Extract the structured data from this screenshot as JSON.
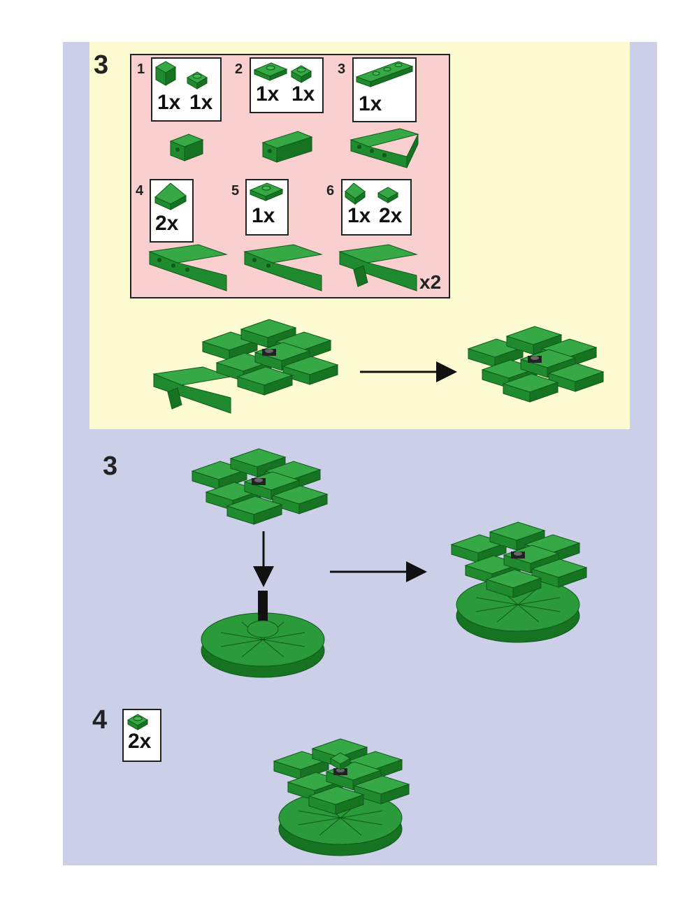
{
  "steps": {
    "main_top": "3",
    "main_middle": "3",
    "main_bottom": "4"
  },
  "substeps": {
    "s1": {
      "num": "1",
      "qty_a": "1x",
      "qty_b": "1x"
    },
    "s2": {
      "num": "2",
      "qty_a": "1x",
      "qty_b": "1x"
    },
    "s3": {
      "num": "3",
      "qty_a": "1x"
    },
    "s4": {
      "num": "4",
      "qty_a": "2x"
    },
    "s5": {
      "num": "5",
      "qty_a": "1x"
    },
    "s6": {
      "num": "6",
      "qty_a": "1x",
      "qty_b": "2x"
    },
    "repeat": "x2"
  },
  "step4_callout": {
    "qty": "2x"
  },
  "colors": {
    "page_bg": "#cccfe8",
    "yellow_panel": "#fdfbd2",
    "pink_panel": "#f9cfcf",
    "brick_green": "#1f8a2e",
    "brick_dark": "#0f5a1a"
  },
  "icons": {
    "arrow": "arrow-right-icon",
    "arrow_down": "arrow-down-icon"
  }
}
